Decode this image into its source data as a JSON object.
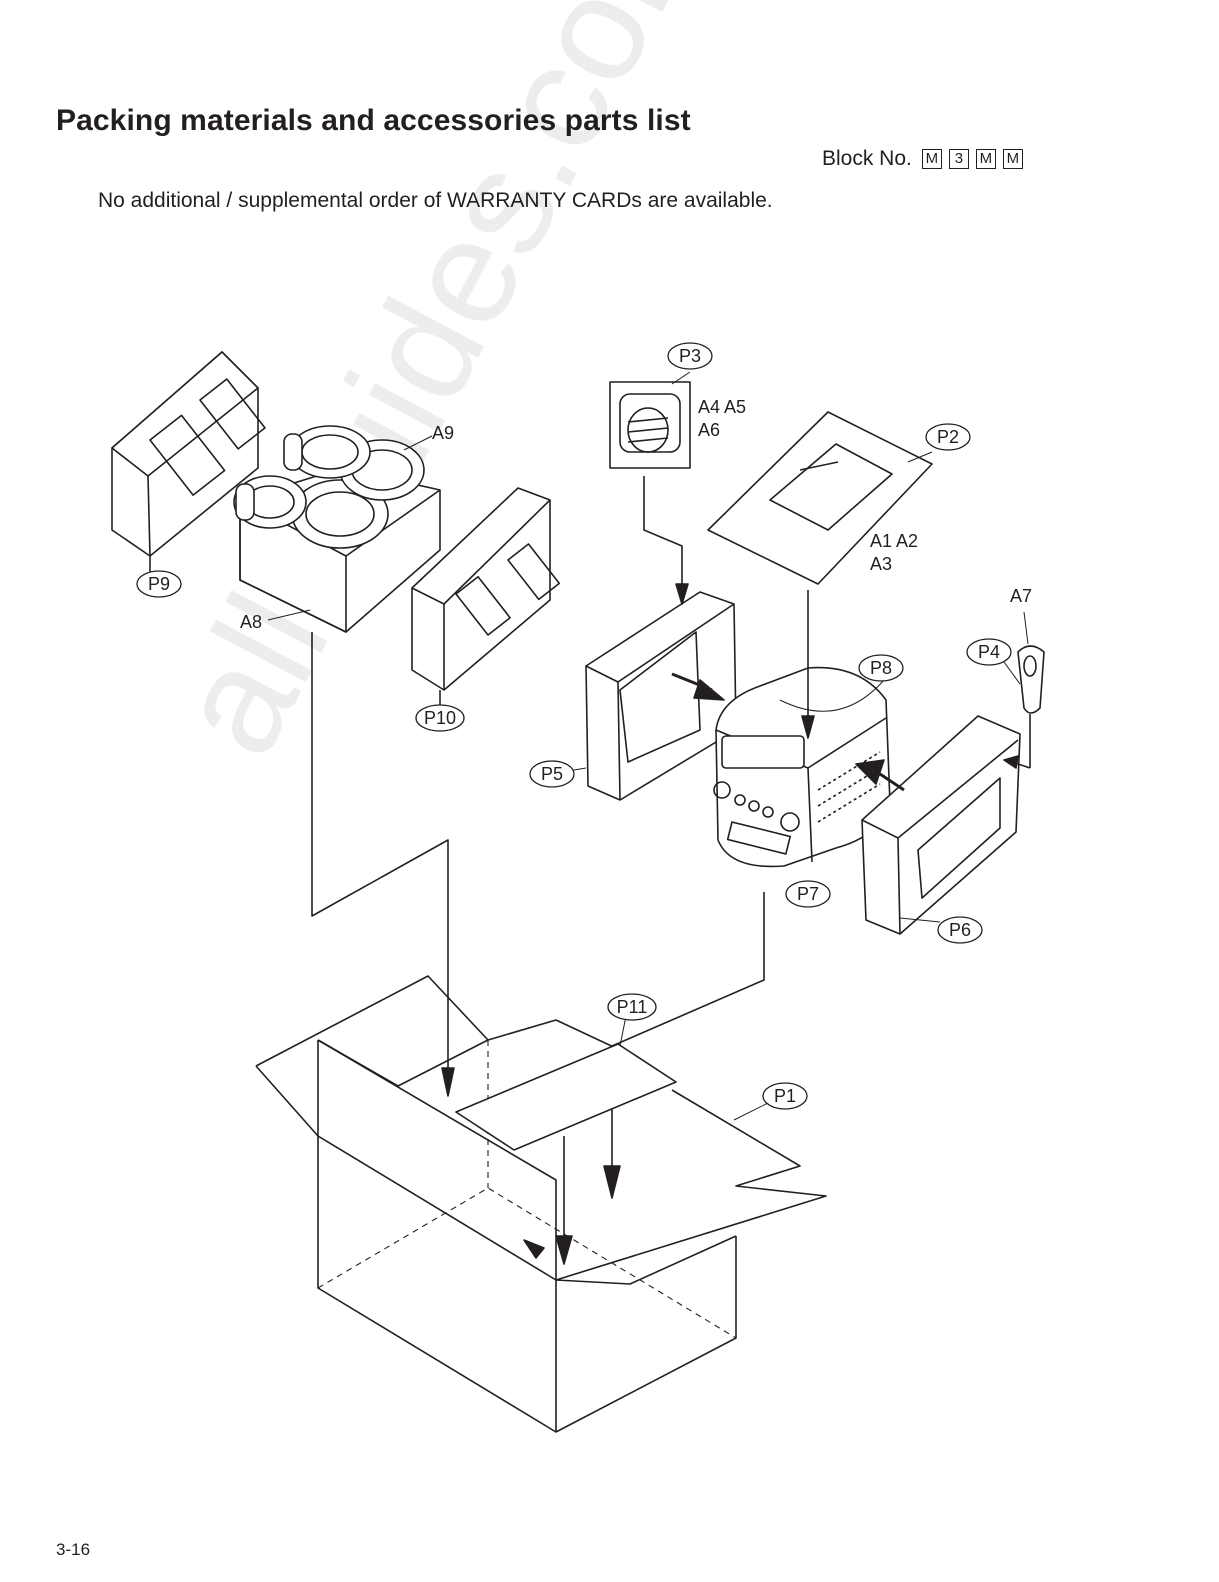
{
  "header": {
    "title": "Packing materials and accessories parts list",
    "block_label": "Block No.",
    "block_codes": [
      "M",
      "3",
      "M",
      "M"
    ],
    "note": "No additional / supplemental order of WARRANTY CARDs are available."
  },
  "callouts": {
    "p1": "P1",
    "p2": "P2",
    "p3": "P3",
    "p4": "P4",
    "p5": "P5",
    "p6": "P6",
    "p7": "P7",
    "p8": "P8",
    "p9": "P9",
    "p10": "P10",
    "p11": "P11"
  },
  "labels": {
    "a9": "A9",
    "a8": "A8",
    "a456_line1": "A4 A5",
    "a456_line2": "A6",
    "a123_line1": "A1 A2",
    "a123_line2": "A3",
    "a7": "A7"
  },
  "watermark": "all-guides.com",
  "footer": {
    "page_number": "3-16"
  }
}
